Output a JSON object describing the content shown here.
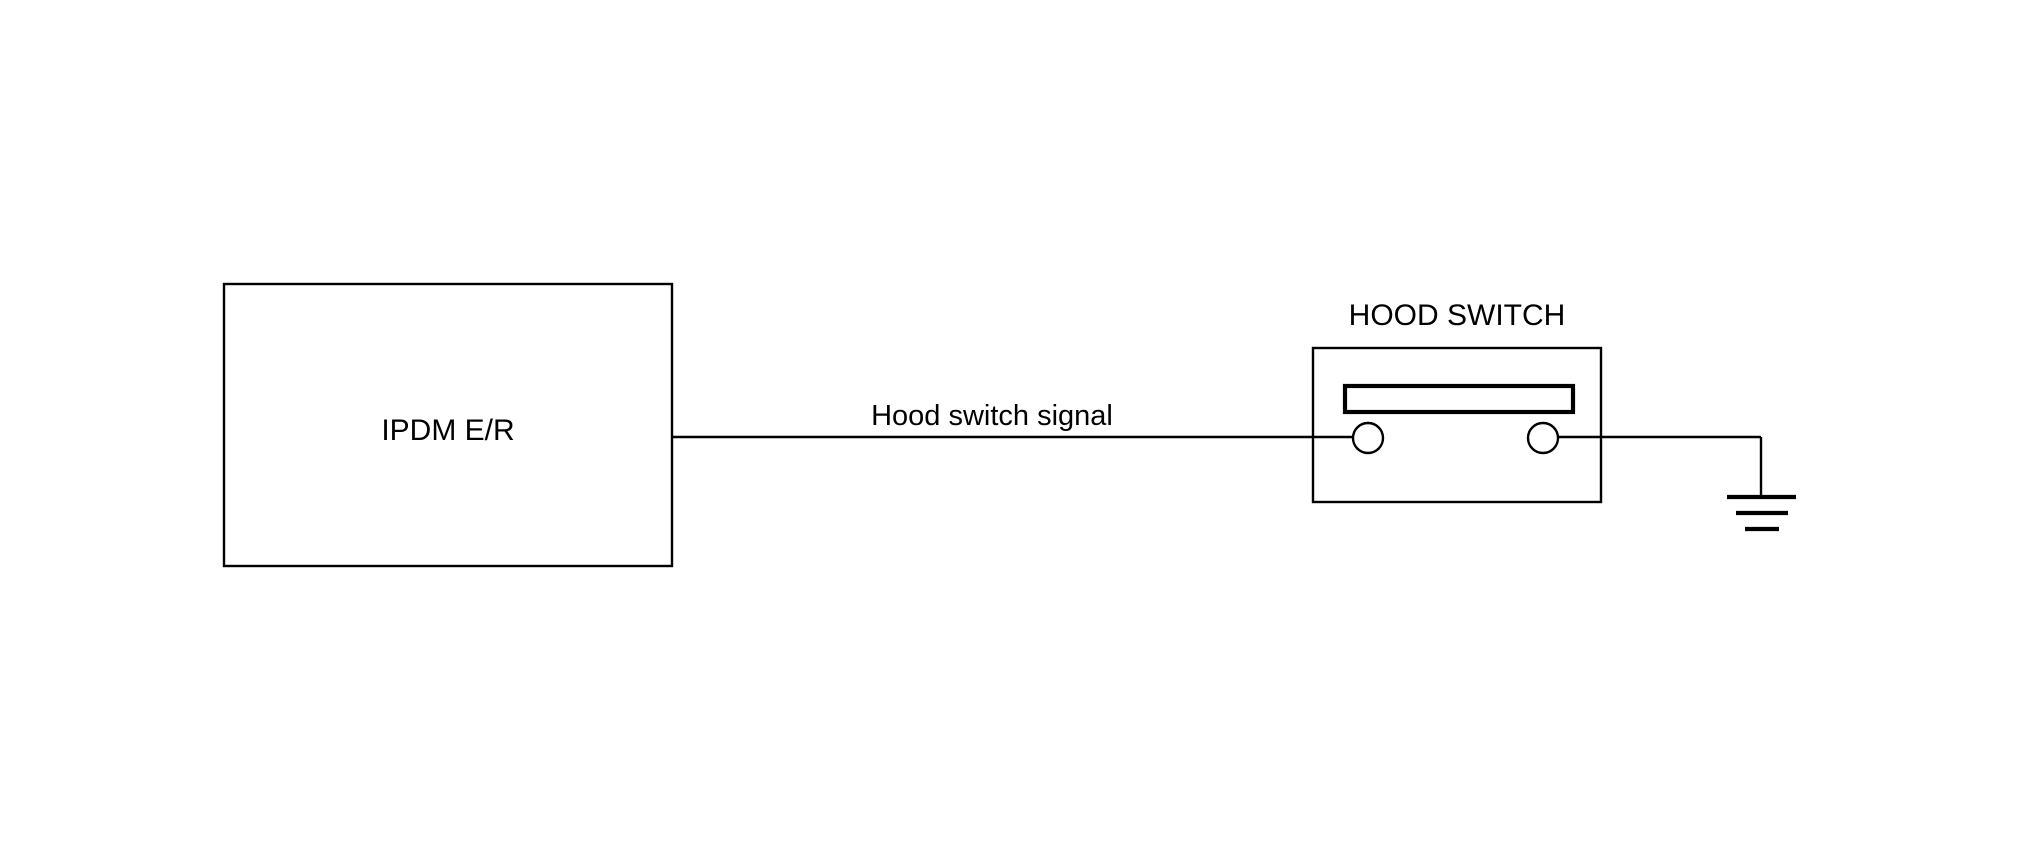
{
  "diagram": {
    "title": "Hood switch circuit schematic",
    "background_color": "#ffffff",
    "line_color": "#000000",
    "components": {
      "ipdm": {
        "label": "IPDM E/R",
        "type": "module-box"
      },
      "hood_switch": {
        "title": "HOOD SWITCH",
        "type": "switch-assembly",
        "terminal_count": 2
      },
      "ground": {
        "label": "",
        "type": "chassis-ground",
        "bar_count": 3
      }
    },
    "wires": [
      {
        "label": "Hood switch signal",
        "from": "IPDM E/R",
        "to": "HOOD SWITCH"
      },
      {
        "label": "",
        "from": "HOOD SWITCH",
        "to": "ground"
      }
    ]
  }
}
